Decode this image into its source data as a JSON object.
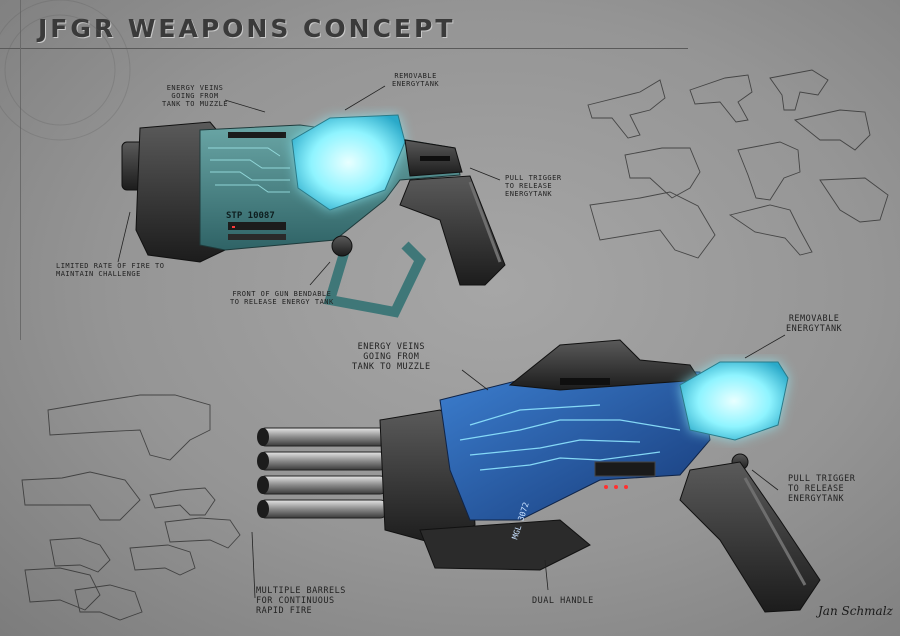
{
  "title": "JFGR WEAPONS CONCEPT",
  "pistol": {
    "serial": "STP 10087",
    "annotations": {
      "energy_veins": "ENERGY VEINS\nGOING FROM\nTANK TO MUZZLE",
      "removable_tank": "REMOVABLE\nENERGYTANK",
      "pull_trigger": "PULL TRIGGER\nTO RELEASE\nENERGYTANK",
      "limited_rate": "LIMITED RATE OF FIRE TO\nMAINTAIN CHALLENGE",
      "front_bendable": "FRONT OF GUN BENDABLE\nTO RELEASE ENERGY TANK"
    }
  },
  "gatling": {
    "serial": "MGL 3072",
    "annotations": {
      "energy_veins": "ENERGY VEINS\nGOING FROM\nTANK TO MUZZLE",
      "removable_tank": "REMOVABLE\nENERGYTANK",
      "pull_trigger": "PULL TRIGGER\nTO RELEASE\nENERGYTANK",
      "multiple_barrels": "MULTIPLE BARRELS\nFOR CONTINUOUS\nRAPID FIRE",
      "dual_handle": "DUAL HANDLE"
    }
  },
  "signature": "Jan Schmalz",
  "colors": {
    "pistol_body": "#4f8a8c",
    "gatling_body": "#1f4f9a",
    "energy_glow": "#8ff4ff",
    "metal_dark": "#2a2a2a"
  }
}
